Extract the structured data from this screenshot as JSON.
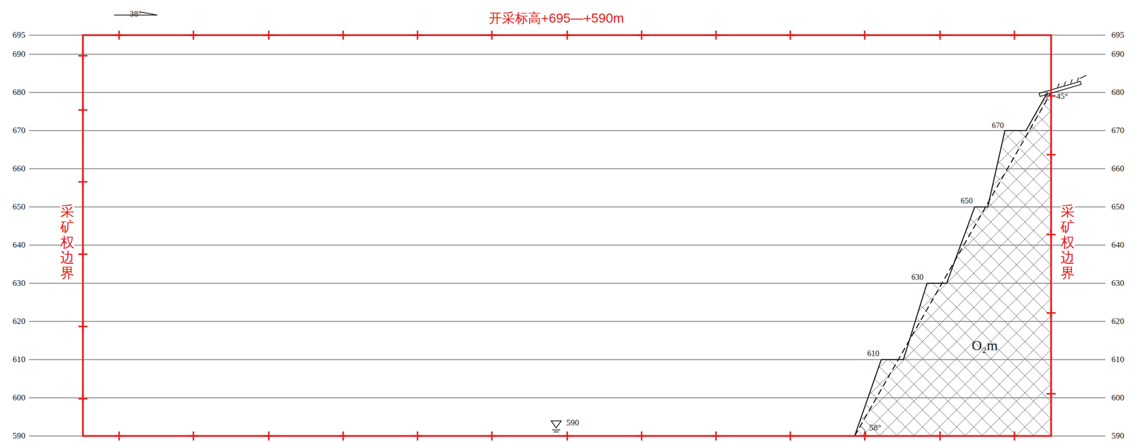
{
  "diagram": {
    "title": "开采标高+695—+590m",
    "labels": [
      "38°",
      "695",
      "690",
      "680",
      "670",
      "660",
      "650",
      "640",
      "630",
      "620",
      "610",
      "600",
      "590",
      "695",
      "690",
      "680",
      "670",
      "660",
      "650",
      "640",
      "630",
      "620",
      "610",
      "600",
      "590",
      "采矿权边界",
      "采矿权边界",
      "670",
      "650",
      "630",
      "610",
      "45°",
      "58°",
      "O₂m",
      "590"
    ]
  }
}
